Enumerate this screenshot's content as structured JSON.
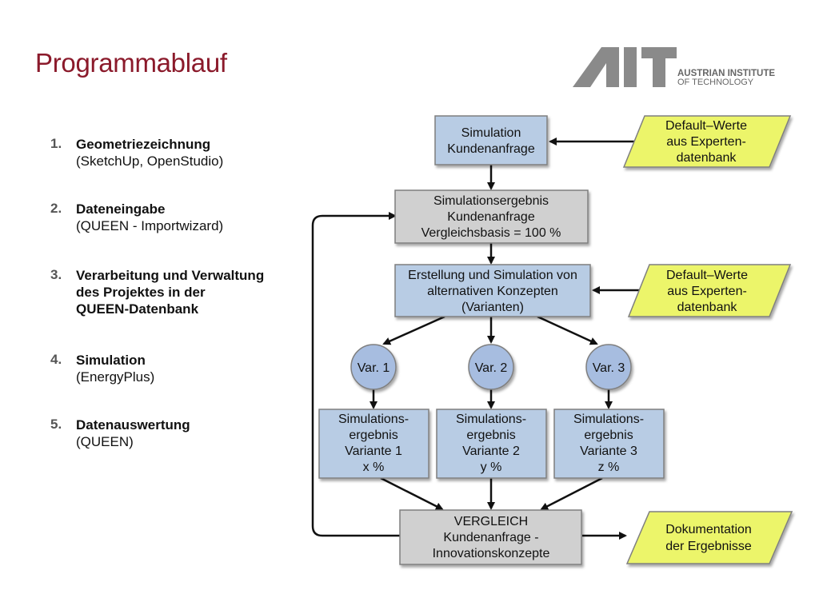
{
  "title": "Programmablauf",
  "logo": {
    "name": "AIT",
    "line1": "AUSTRIAN INSTITUTE",
    "line2": "OF TECHNOLOGY"
  },
  "steps": [
    {
      "num": "1.",
      "head": "Geometriezeichnung",
      "sub": "(SketchUp, OpenStudio)"
    },
    {
      "num": "2.",
      "head": "Dateneingabe",
      "sub": "(QUEEN - Importwizard)"
    },
    {
      "num": "3.",
      "head": "Verarbeitung und Verwaltung\ndes Projektes in der\nQUEEN-Datenbank",
      "sub": ""
    },
    {
      "num": "4.",
      "head": "Simulation",
      "sub": "(EnergyPlus)"
    },
    {
      "num": "5.",
      "head": "Datenauswertung",
      "sub": "(QUEEN)"
    }
  ],
  "flow": {
    "sim_request": [
      "Simulation",
      "Kundenanfrage"
    ],
    "default_values_1": [
      "Default–Werte",
      "aus Experten-",
      "datenbank"
    ],
    "sim_result": [
      "Simulationsergebnis",
      "Kundenanfrage",
      "Vergleichsbasis = 100 %"
    ],
    "alternatives": [
      "Erstellung und Simulation von",
      "alternativen Konzepten",
      "(Varianten)"
    ],
    "default_values_2": [
      "Default–Werte",
      "aus Experten-",
      "datenbank"
    ],
    "var1": "Var. 1",
    "var2": "Var. 2",
    "var3": "Var. 3",
    "result1": [
      "Simulations-",
      "ergebnis",
      "Variante 1",
      "x %"
    ],
    "result2": [
      "Simulations-",
      "ergebnis",
      "Variante 2",
      "y %"
    ],
    "result3": [
      "Simulations-",
      "ergebnis",
      "Variante 3",
      "z %"
    ],
    "compare": [
      "VERGLEICH",
      "Kundenanfrage -",
      "Innovationskonzepte"
    ],
    "documentation": [
      "Dokumentation",
      "der Ergebnisse"
    ]
  },
  "colors": {
    "title": "#8b1a2b",
    "blue_box": "#b8cce4",
    "gray_box": "#d0d0d0",
    "yellow_box": "#ecf56a",
    "circle": "#a7bde0"
  }
}
